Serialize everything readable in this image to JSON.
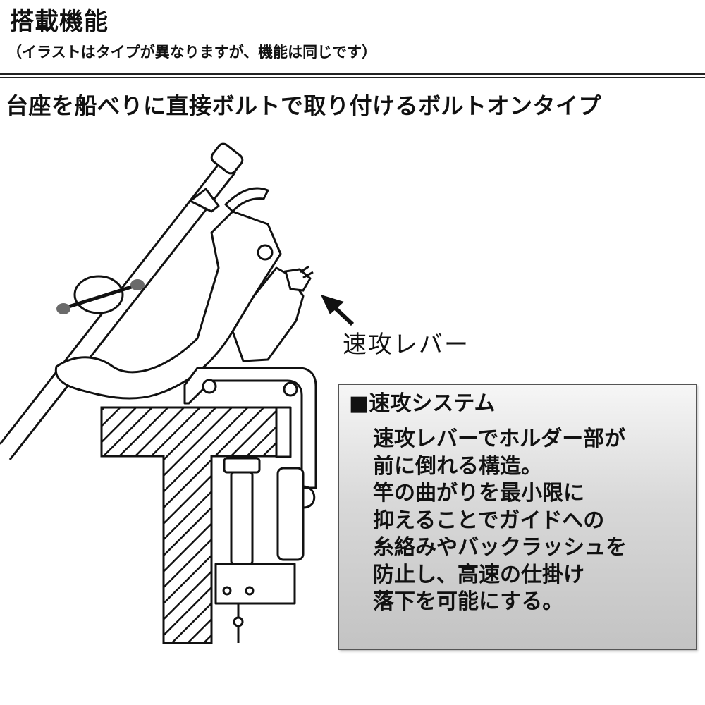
{
  "header": {
    "title": "搭載機能",
    "note": "（イラストはタイプが異なりますが、機能は同じです）"
  },
  "headline": "台座を船べりに直接ボルトで取り付けるボルトオンタイプ",
  "illustration": {
    "callout_label": "速攻レバー"
  },
  "infobox": {
    "heading": "■速攻システム",
    "lines": [
      "速攻レバーでホルダー部が",
      "前に倒れる構造。",
      "竿の曲がりを最小限に",
      "抑えることでガイドへの",
      "糸絡みやバックラッシュを",
      "防止し、高速の仕掛け",
      "落下を可能にする。"
    ]
  },
  "colors": {
    "ink": "#111111",
    "box_top": "#f6f6f6",
    "box_bottom": "#c3c3c3",
    "reel_mark": "#6a6a6a"
  }
}
